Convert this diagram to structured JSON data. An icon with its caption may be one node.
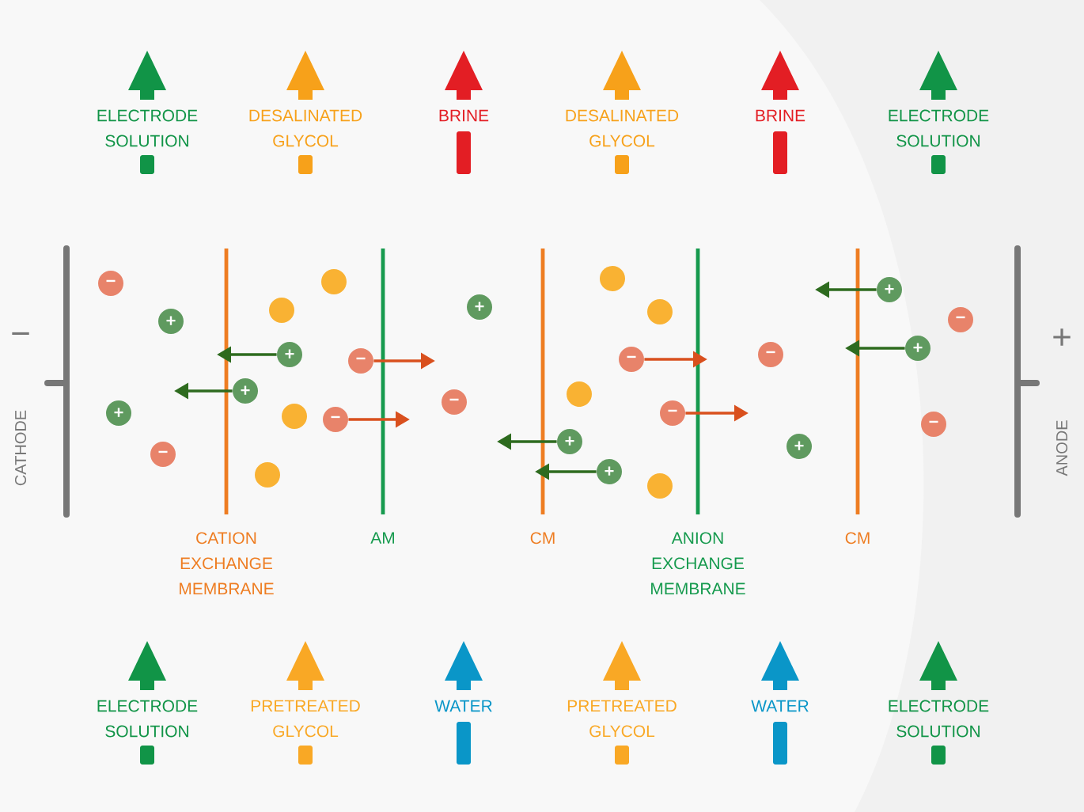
{
  "diagram": {
    "nodes": [
      {
        "text": [
          "−"
        ]
      },
      {
        "text": [
          "+"
        ]
      },
      {
        "text": [
          "−"
        ]
      },
      {
        "text": [
          "+"
        ]
      },
      {
        "text": [
          "+"
        ]
      },
      {
        "text": [],
        "shape": "circle"
      },
      {
        "text": [],
        "shape": "circle"
      },
      {
        "text": [
          "+"
        ]
      },
      {
        "text": [],
        "shape": "circle"
      },
      {
        "text": [],
        "shape": "circle"
      },
      {
        "text": [
          "−"
        ]
      },
      {
        "text": [
          "−"
        ]
      },
      {
        "text": [
          "−"
        ]
      },
      {
        "text": [
          "+"
        ]
      },
      {
        "text": [
          "+"
        ]
      },
      {
        "text": [],
        "shape": "circle"
      },
      {
        "text": [
          "+"
        ]
      },
      {
        "text": [],
        "shape": "circle"
      },
      {
        "text": [
          "−"
        ]
      },
      {
        "text": [],
        "shape": "circle"
      },
      {
        "text": [],
        "shape": "circle"
      },
      {
        "text": [
          "−"
        ]
      },
      {
        "text": [
          "−"
        ]
      },
      {
        "text": [
          "+"
        ]
      },
      {
        "text": [
          "+"
        ]
      },
      {
        "text": [
          "+"
        ]
      },
      {
        "text": [
          "−"
        ]
      },
      {
        "text": [
          "−"
        ]
      }
    ],
    "edges": [
      {
        "from": 4,
        "to": null,
        "arrow": "to"
      },
      {
        "from": 7,
        "to": null,
        "arrow": "to"
      },
      {
        "from": 10,
        "to": null,
        "arrow": "to",
        "color": "#d9501e"
      },
      {
        "from": 11,
        "to": null,
        "arrow": "to",
        "color": "#d9501e"
      },
      {
        "from": 14,
        "to": null,
        "arrow": "to"
      },
      {
        "from": 16,
        "to": null,
        "arrow": "to"
      },
      {
        "from": 18,
        "to": null,
        "arrow": "to",
        "color": "#d9501e"
      },
      {
        "from": 21,
        "to": null,
        "arrow": "to",
        "color": "#d9501e"
      },
      {
        "from": 24,
        "to": null,
        "arrow": "to"
      },
      {
        "from": 25,
        "to": null,
        "arrow": "to"
      }
    ],
    "labels": [
      "ELECTRODE SOLUTION",
      "DESALINATED GLYCOL",
      "BRINE",
      "DESALINATED GLYCOL",
      "BRINE",
      "ELECTRODE SOLUTION",
      "−",
      "+",
      "CATHODE",
      "ANODE",
      "CATION EXCHANGE MEMBRANE",
      "AM",
      "CM",
      "ANION EXCHANGE MEMBRANE",
      "CM",
      "ELECTRODE SOLUTION",
      "PRETREATED GLYCOL",
      "WATER",
      "PRETREATED GLYCOL",
      "WATER",
      "ELECTRODE SOLUTION"
    ]
  }
}
